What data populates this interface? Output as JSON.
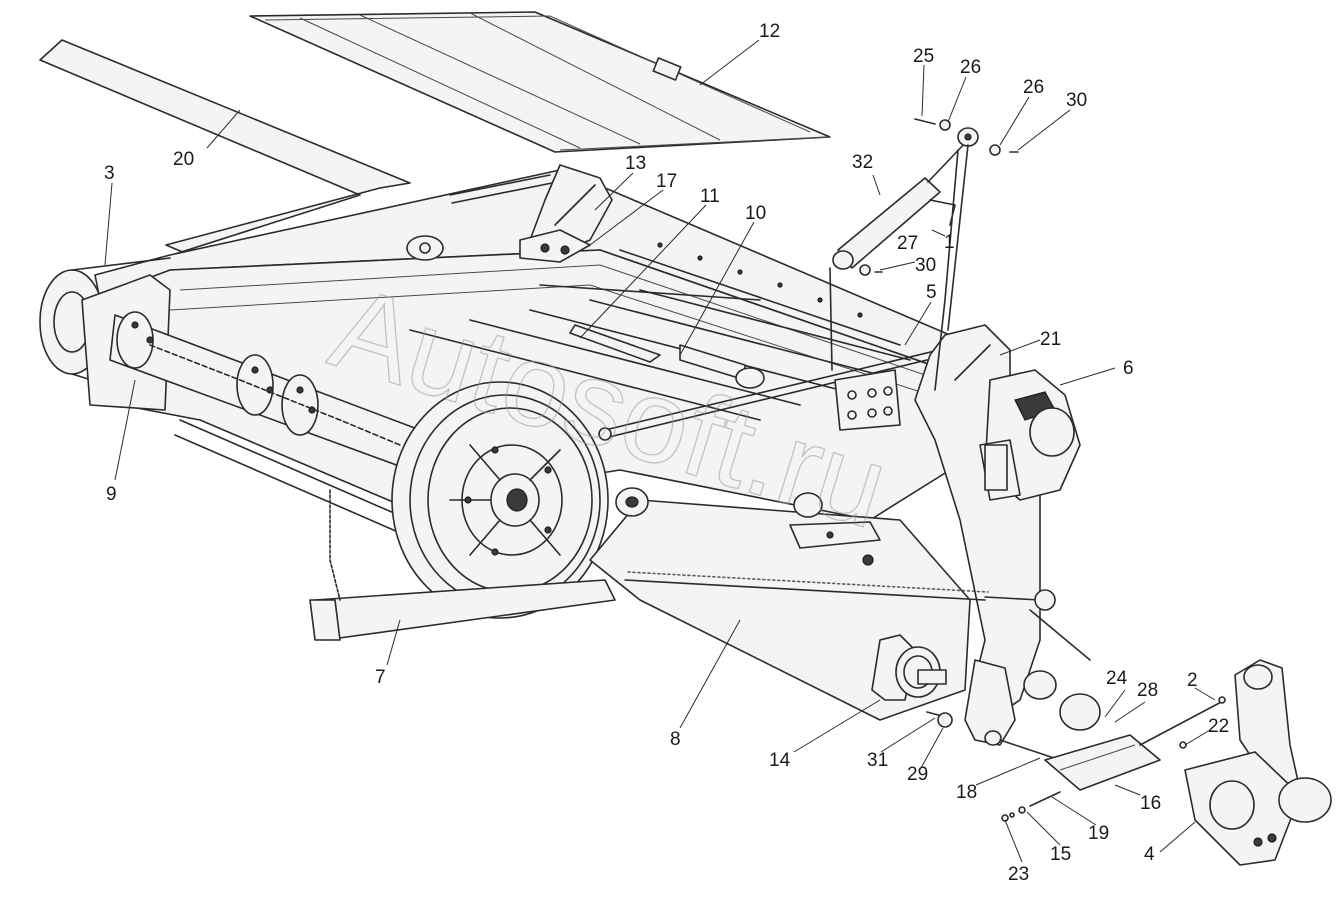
{
  "watermark": "Autosoft.ru",
  "callouts": [
    {
      "id": "c1",
      "label": "1"
    },
    {
      "id": "c2",
      "label": "2"
    },
    {
      "id": "c3",
      "label": "3"
    },
    {
      "id": "c4",
      "label": "4"
    },
    {
      "id": "c5",
      "label": "5"
    },
    {
      "id": "c6",
      "label": "6"
    },
    {
      "id": "c7",
      "label": "7"
    },
    {
      "id": "c8",
      "label": "8"
    },
    {
      "id": "c9",
      "label": "9"
    },
    {
      "id": "c10",
      "label": "10"
    },
    {
      "id": "c11",
      "label": "11"
    },
    {
      "id": "c12",
      "label": "12"
    },
    {
      "id": "c13",
      "label": "13"
    },
    {
      "id": "c14",
      "label": "14"
    },
    {
      "id": "c15",
      "label": "15"
    },
    {
      "id": "c16",
      "label": "16"
    },
    {
      "id": "c17",
      "label": "17"
    },
    {
      "id": "c18",
      "label": "18"
    },
    {
      "id": "c19",
      "label": "19"
    },
    {
      "id": "c20",
      "label": "20"
    },
    {
      "id": "c21",
      "label": "21"
    },
    {
      "id": "c22",
      "label": "22"
    },
    {
      "id": "c23",
      "label": "23"
    },
    {
      "id": "c24",
      "label": "24"
    },
    {
      "id": "c25",
      "label": "25"
    },
    {
      "id": "c26a",
      "label": "26"
    },
    {
      "id": "c26b",
      "label": "26"
    },
    {
      "id": "c27",
      "label": "27"
    },
    {
      "id": "c28",
      "label": "28"
    },
    {
      "id": "c29",
      "label": "29"
    },
    {
      "id": "c30a",
      "label": "30"
    },
    {
      "id": "c30b",
      "label": "30"
    },
    {
      "id": "c31",
      "label": "31"
    },
    {
      "id": "c32",
      "label": "32"
    }
  ]
}
